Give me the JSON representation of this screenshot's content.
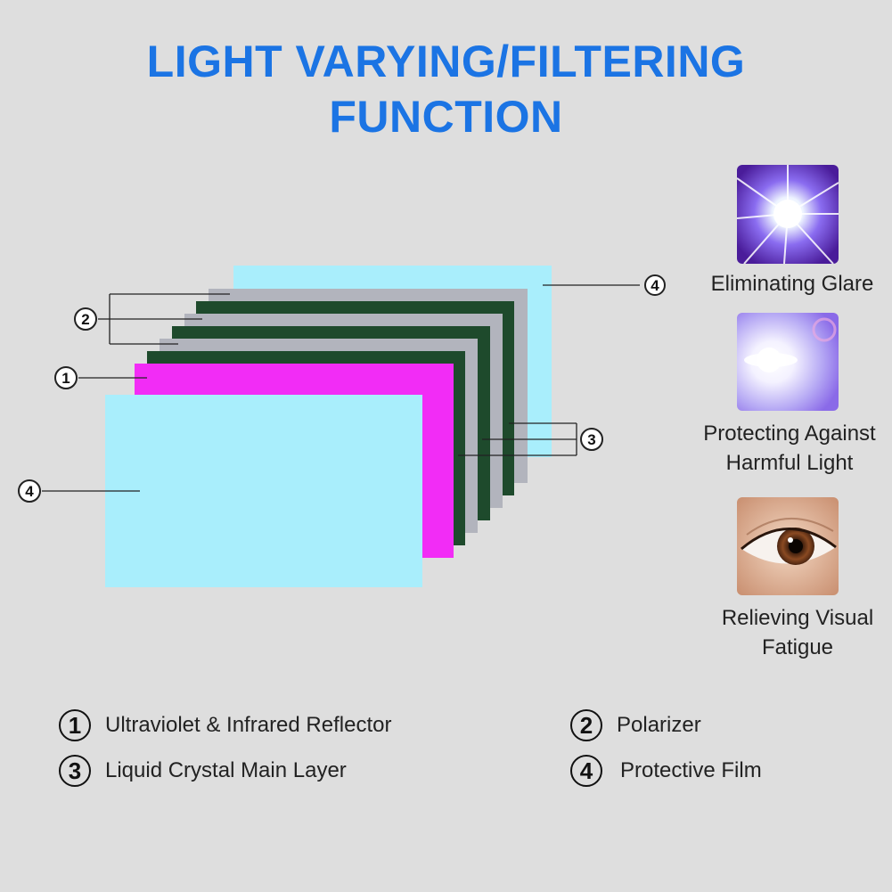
{
  "title": {
    "line1": "LIGHT VARYING/FILTERING",
    "line2": "FUNCTION"
  },
  "callouts": {
    "c1": "1",
    "c2": "2",
    "c3": "3",
    "c4_top": "4",
    "c4_left": "4"
  },
  "features": [
    {
      "label_line1": "Eliminating Glare",
      "label_line2": "",
      "icon": "starburst-glare-icon"
    },
    {
      "label_line1": "Protecting Against",
      "label_line2": "Harmful Light",
      "icon": "bright-light-icon"
    },
    {
      "label_line1": "Relieving Visual",
      "label_line2": "Fatigue",
      "icon": "eye-icon"
    }
  ],
  "legend": [
    {
      "num": "1",
      "text": "Ultraviolet & Infrared Reflector"
    },
    {
      "num": "2",
      "text": "Polarizer"
    },
    {
      "num": "3",
      "text": "Liquid Crystal Main Layer"
    },
    {
      "num": "4",
      "text": "Protective Film"
    }
  ],
  "colors": {
    "title": "#1b74e4",
    "protective_film": "#a9eefc",
    "polarizer": "#b2b4bd",
    "liquid_crystal": "#1e4a2c",
    "reflector": "#f22cf6",
    "background": "#dedede"
  }
}
